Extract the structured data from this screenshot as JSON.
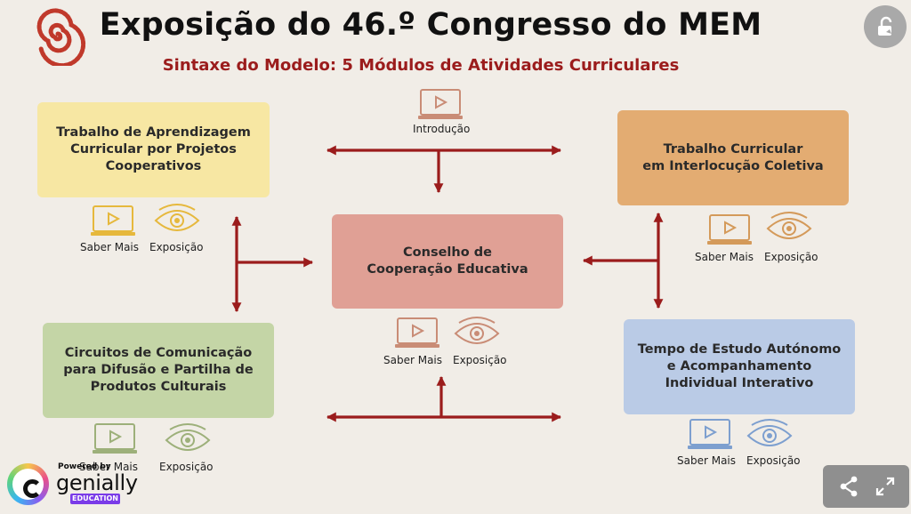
{
  "header": {
    "title": "Exposição do 46.º Congresso do MEM",
    "subtitle": "Sintaxe do Modelo: 5 Módulos de Atividades Curriculares"
  },
  "intro": {
    "label": "Introdução"
  },
  "modules": [
    {
      "id": "m1",
      "title": "Trabalho de Aprendizagem\nCurricular por Projetos\nCooperativos",
      "color": "#f7e7a3"
    },
    {
      "id": "m2",
      "title": "Trabalho Curricular\nem Interlocução Coletiva",
      "color": "#e3ac72"
    },
    {
      "id": "m3",
      "title": "Conselho de\nCooperação Educativa",
      "color": "#e0a095"
    },
    {
      "id": "m4",
      "title": "Circuitos de Comunicação\npara Difusão e Partilha de\nProdutos Culturais",
      "color": "#c4d5a6"
    },
    {
      "id": "m5",
      "title": "Tempo de Estudo Autónomo\ne Acompanhamento\nIndividual Interativo",
      "color": "#bacbe6"
    }
  ],
  "buttons": {
    "saber_mais": "Saber Mais",
    "exposicao": "Exposição"
  },
  "brand": {
    "powered": "Powered by",
    "name": "genially",
    "tag": "EDUCATION"
  },
  "colors": {
    "arrow": "#9b1c1c",
    "accent": "#9b1c1c"
  },
  "icons": {
    "video": "video-laptop-icon",
    "eye": "eye-icon",
    "lock": "unlock-icon",
    "share": "share-icon",
    "fullscreen": "fullscreen-icon"
  }
}
